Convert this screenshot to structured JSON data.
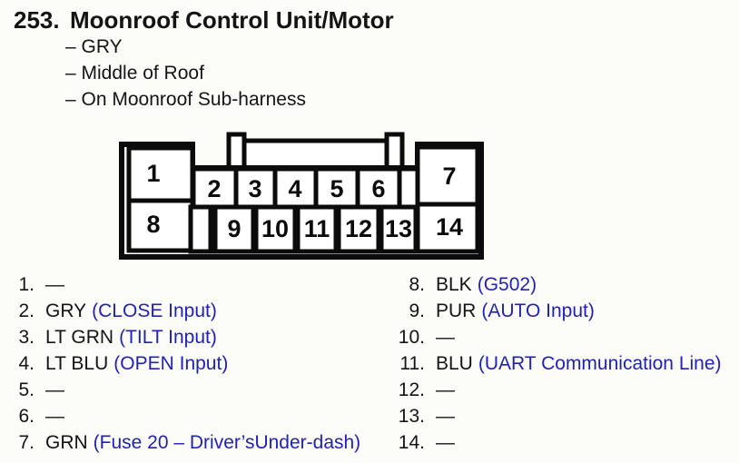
{
  "title": {
    "number": "253.",
    "text": "Moonroof Control Unit/Motor"
  },
  "details": [
    {
      "text": "– GRY"
    },
    {
      "text": "– Middle of Roof"
    },
    {
      "text": "– On Moonroof Sub-harness"
    }
  ],
  "connector": {
    "pins": {
      "p1": "1",
      "p2": "2",
      "p3": "3",
      "p4": "4",
      "p5": "5",
      "p6": "6",
      "p7": "7",
      "p8": "8",
      "p9": "9",
      "p10": "10",
      "p11": "11",
      "p12": "12",
      "p13": "13",
      "p14": "14"
    }
  },
  "pin_list": {
    "left": [
      {
        "num": "1.",
        "wire": "—",
        "note": ""
      },
      {
        "num": "2.",
        "wire": "GRY",
        "note": "(CLOSE Input)"
      },
      {
        "num": "3.",
        "wire": "LT GRN",
        "note": "(TILT Input)"
      },
      {
        "num": "4.",
        "wire": "LT BLU",
        "note": "(OPEN Input)"
      },
      {
        "num": "5.",
        "wire": "—",
        "note": ""
      },
      {
        "num": "6.",
        "wire": "—",
        "note": ""
      },
      {
        "num": "7.",
        "wire": "GRN",
        "note": "(Fuse 20 – Driver’sUnder-dash)"
      }
    ],
    "right": [
      {
        "num": "8.",
        "wire": "BLK",
        "note": "(G502)"
      },
      {
        "num": "9.",
        "wire": "PUR",
        "note": "(AUTO Input)"
      },
      {
        "num": "10.",
        "wire": "—",
        "note": ""
      },
      {
        "num": "11.",
        "wire": "BLU",
        "note": "(UART Communication Line)"
      },
      {
        "num": "12.",
        "wire": "—",
        "note": ""
      },
      {
        "num": "13.",
        "wire": "—",
        "note": ""
      },
      {
        "num": "14.",
        "wire": "—",
        "note": ""
      }
    ]
  },
  "colors": {
    "note_blue": "#2222b2",
    "text": "#141414",
    "diagram_stroke": "#0b0b0b",
    "background": "#fcfcf8"
  }
}
